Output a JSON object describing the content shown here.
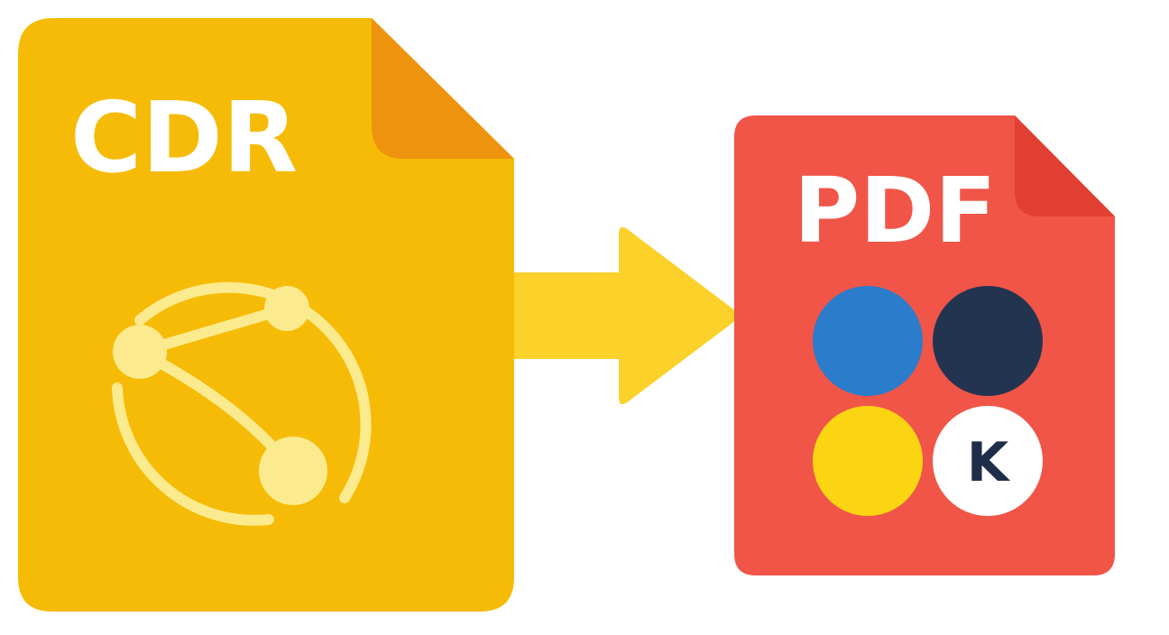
{
  "source_file": {
    "label": "CDR",
    "icon": "vector-nodes-icon",
    "color": "#F6BB06",
    "fold_color": "#EE930E",
    "icon_color": "#FBEB8E"
  },
  "arrow": {
    "icon": "arrow-right-icon",
    "color": "#FBD12A"
  },
  "target_file": {
    "label": "PDF",
    "color": "#F05548",
    "fold_color": "#E03F31",
    "swatches": [
      {
        "name": "cyan",
        "color": "#2B7CCB",
        "label": ""
      },
      {
        "name": "navy",
        "color": "#233451",
        "label": ""
      },
      {
        "name": "yellow",
        "color": "#FCD512",
        "label": ""
      },
      {
        "name": "key",
        "color": "#FFFFFF",
        "label": "K",
        "label_color": "#1F2D4A"
      }
    ]
  }
}
